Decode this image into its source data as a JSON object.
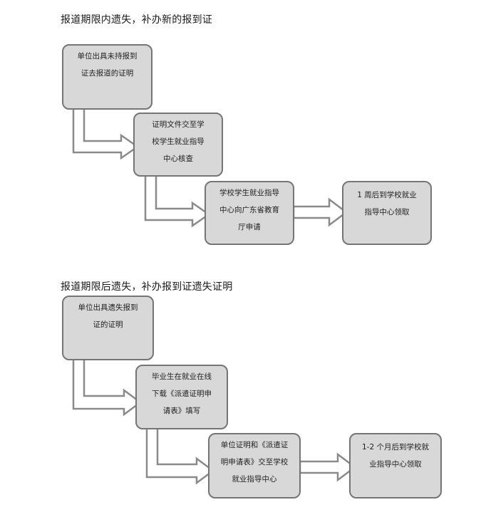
{
  "sections": [
    {
      "title": "报道期限内遗失，补办新的报到证",
      "steps": [
        [
          "单位出具未持报到",
          "证去报道的证明"
        ],
        [
          "证明文件交至学",
          "校学生就业指导",
          "中心核查"
        ],
        [
          "学校学生就业指导",
          "中心向广东省教育",
          "厅申请"
        ],
        [
          "1 周后到学校就业",
          "指导中心领取"
        ]
      ]
    },
    {
      "title": "报道期限后遗失，补办报到证遗失证明",
      "steps": [
        [
          "单位出具遗失报到",
          "证的证明"
        ],
        [
          "毕业生在就业在线",
          "下载《派遣证明申",
          "请表》填写"
        ],
        [
          "单位证明和《派遣证",
          "明申请表》交至学校",
          "就业指导中心"
        ],
        [
          "1-2 个月后到学校就",
          "业指导中心领取"
        ]
      ]
    }
  ],
  "colors": {
    "box_fill": "#d8d8d8",
    "box_border": "#757575",
    "arrow_fill": "#ffffff",
    "arrow_stroke": "#8a8a8a"
  }
}
